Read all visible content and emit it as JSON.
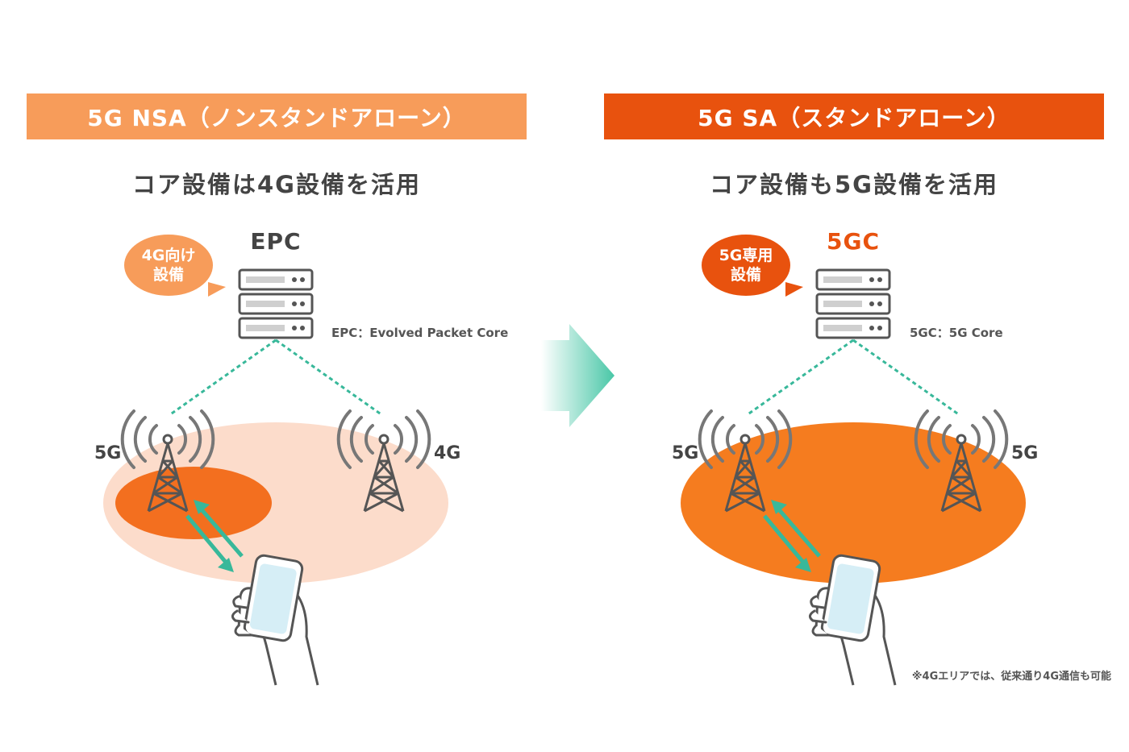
{
  "left": {
    "header": "5G NSA（ノンスタンドアローン）",
    "subtitle": "コア設備は4G設備を活用",
    "core_title": "EPC",
    "bubble_line1": "4G向け",
    "bubble_line2": "設備",
    "core_note": "EPC：Evolved Packet Core",
    "tower_left_label": "5G",
    "tower_right_label": "4G"
  },
  "right": {
    "header": "5G SA（スタンドアローン）",
    "subtitle": "コア設備も5G設備を活用",
    "core_title": "5GC",
    "bubble_line1": "5G専用",
    "bubble_line2": "設備",
    "core_note": "5GC：5G Core",
    "tower_left_label": "5G",
    "tower_right_label": "5G"
  },
  "footnote": "※4Gエリアでは、従来通り4G通信も可能",
  "colors": {
    "nsa_header": "#F79C5A",
    "sa_header": "#E8520E",
    "sa_core_title": "#E8520E",
    "area_light": "#FCDCCB",
    "area_orange": "#F36F1F",
    "sa_area": "#F57C1F",
    "link_line": "#38B89A",
    "arrow_green": "#49C7A7"
  },
  "icons": [
    "server-icon",
    "cell-tower-icon",
    "smartphone-icon",
    "double-arrow-icon",
    "transition-arrow-icon"
  ]
}
